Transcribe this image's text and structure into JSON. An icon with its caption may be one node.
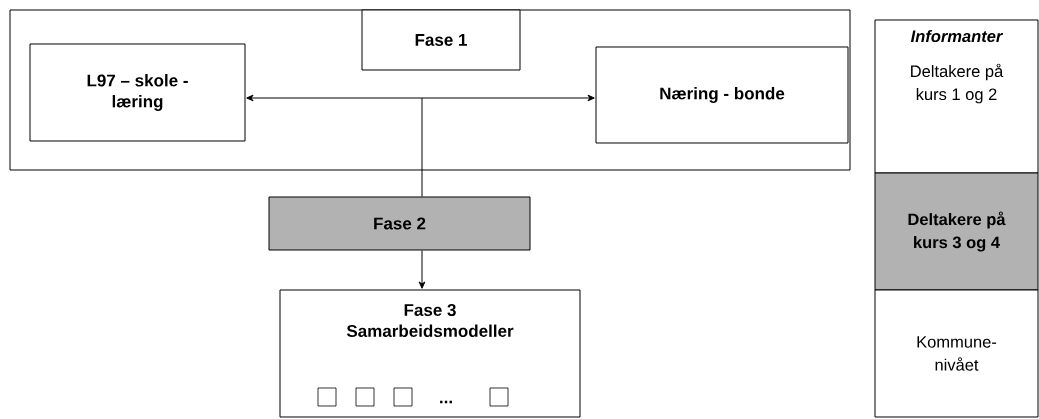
{
  "diagram": {
    "nodes": [
      {
        "text": [],
        "shape": "box"
      },
      {
        "text": [
          "Fase 1"
        ],
        "in": 0
      },
      {
        "text": [
          "L97 – skole - læring"
        ],
        "in": 0
      },
      {
        "text": [
          "Næring - bonde"
        ],
        "in": 0
      },
      {
        "text": [
          "Fase 2"
        ]
      },
      {
        "text": [
          "Fase 3",
          "Samarbeidsmodeller"
        ]
      },
      {
        "text": [
          "Informanter",
          "Deltakere på kurs 1 og 2"
        ]
      },
      {
        "text": [
          "Deltakere på kurs 3 og 4"
        ]
      },
      {
        "text": [
          "Kommune- nivået"
        ]
      }
    ],
    "edges": [
      {
        "from": 2,
        "to": 3,
        "arrow": "both"
      },
      {
        "from": null,
        "to": 4,
        "arrow": "none"
      },
      {
        "from": 4,
        "to": 5,
        "arrow": "to"
      }
    ],
    "labels": [
      "..."
    ]
  }
}
